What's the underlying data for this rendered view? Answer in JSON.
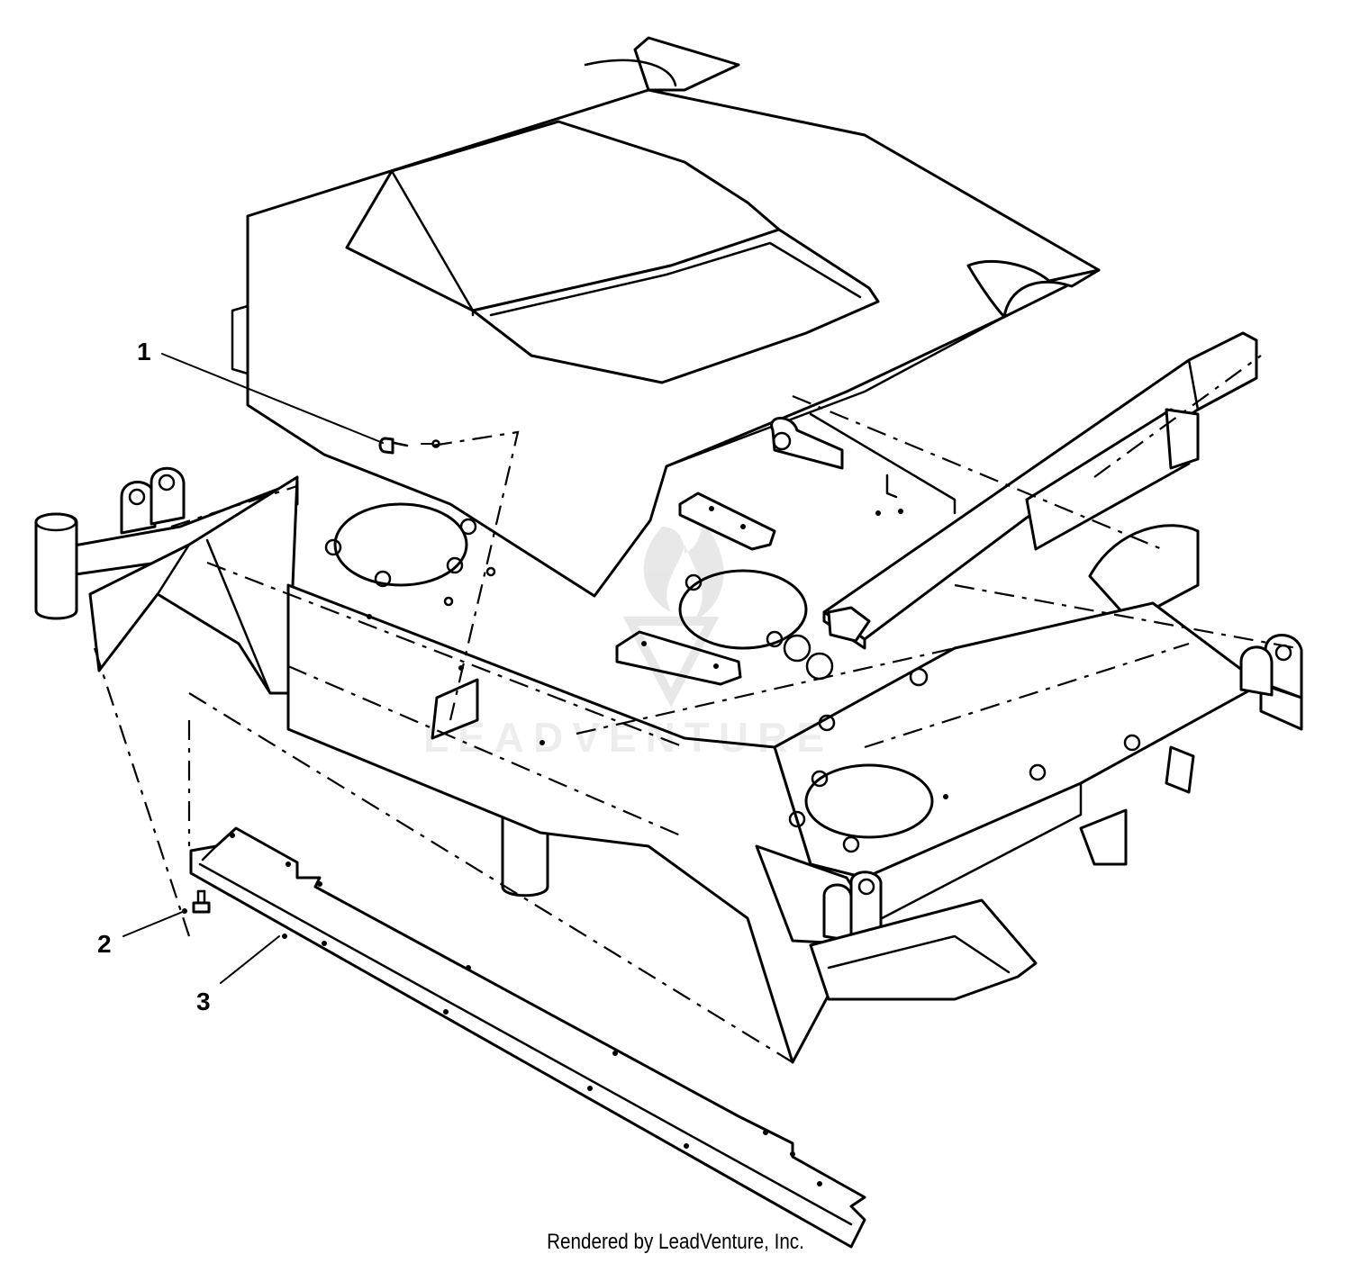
{
  "diagram": {
    "callouts": [
      {
        "id": "1",
        "label": "1"
      },
      {
        "id": "2",
        "label": "2"
      },
      {
        "id": "3",
        "label": "3"
      }
    ],
    "watermark": "LEADVENTURE",
    "credit": "Rendered by LeadVenture, Inc.",
    "colors": {
      "line": "#000000",
      "background": "#ffffff"
    }
  }
}
